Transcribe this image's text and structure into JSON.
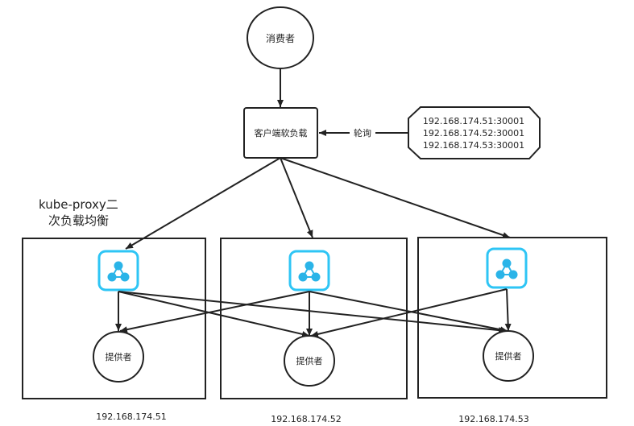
{
  "consumer": {
    "label": "消费者"
  },
  "client_lb": {
    "label": "客户端软负载"
  },
  "polling": {
    "label": "轮询"
  },
  "address_list": {
    "lines": [
      "192.168.174.51:30001",
      "192.168.174.52:30001",
      "192.168.174.53:30001"
    ]
  },
  "kube_proxy": {
    "line1": "kube-proxy二",
    "line2": "次负载均衡"
  },
  "nodes": [
    {
      "provider": "提供者",
      "ip": "192.168.174.51",
      "icon": "kube-proxy-icon"
    },
    {
      "provider": "提供者",
      "ip": "192.168.174.52",
      "icon": "kube-proxy-icon"
    },
    {
      "provider": "提供者",
      "ip": "192.168.174.53",
      "icon": "kube-proxy-icon"
    }
  ],
  "colors": {
    "line": "#222222",
    "icon_border": "#2ec5f5",
    "icon_fill": "#2ab4e8"
  }
}
